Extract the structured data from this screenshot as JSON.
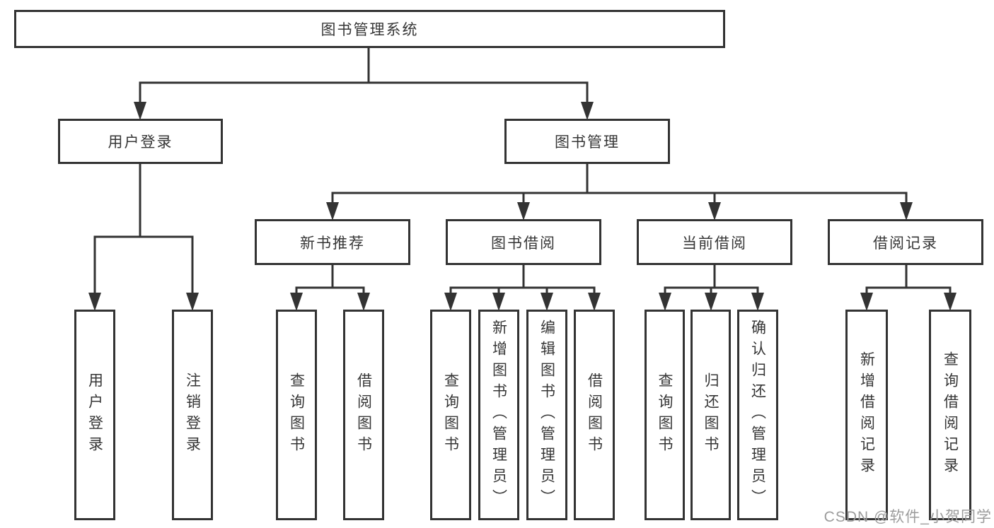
{
  "diagram": {
    "type": "hierarchy-tree",
    "root": {
      "label": "图书管理系统",
      "children": [
        {
          "label": "用户登录",
          "children": [
            {
              "label": "用户登录"
            },
            {
              "label": "注销登录"
            }
          ]
        },
        {
          "label": "图书管理",
          "children": [
            {
              "label": "新书推荐",
              "children": [
                {
                  "label": "查询图书"
                },
                {
                  "label": "借阅图书"
                }
              ]
            },
            {
              "label": "图书借阅",
              "children": [
                {
                  "label": "查询图书"
                },
                {
                  "label": "新增图书（管理员）"
                },
                {
                  "label": "编辑图书（管理员）"
                },
                {
                  "label": "借阅图书"
                }
              ]
            },
            {
              "label": "当前借阅",
              "children": [
                {
                  "label": "查询图书"
                },
                {
                  "label": "归还图书"
                },
                {
                  "label": "确认归还（管理员）"
                }
              ]
            },
            {
              "label": "借阅记录",
              "children": [
                {
                  "label": "新增借阅记录"
                },
                {
                  "label": "查询借阅记录"
                }
              ]
            }
          ]
        }
      ]
    }
  },
  "watermark": {
    "text": "CSDN @软件_小贺同学"
  },
  "colors": {
    "line": "#333333",
    "box_border": "#333333",
    "text": "#363636",
    "watermark": "#9c9c9c",
    "background": "#ffffff"
  }
}
